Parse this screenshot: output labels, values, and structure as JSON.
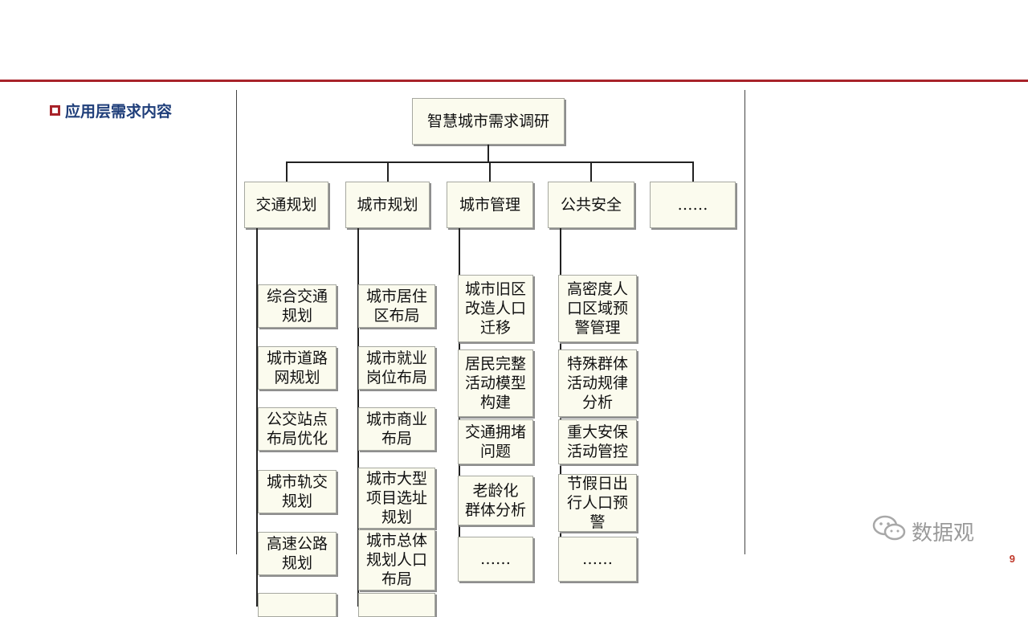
{
  "section": {
    "title": "应用层需求内容"
  },
  "root": {
    "label": "智慧城市需求调研"
  },
  "categories": [
    {
      "label": "交通规划",
      "items": [
        "综合交通\n规划",
        "城市道路\n网规划",
        "公交站点\n布局优化",
        "城市轨交\n规划",
        "高速公路\n规划",
        ""
      ]
    },
    {
      "label": "城市规划",
      "items": [
        "城市居住\n区布局",
        "城市就业\n岗位布局",
        "城市商业\n布局",
        "城市大型\n项目选址\n规划",
        "城市总体\n规划人口\n布局",
        ""
      ]
    },
    {
      "label": "城市管理",
      "items": [
        "城市旧区\n改造人口\n迁移",
        "居民完整\n活动模型\n构建",
        "交通拥堵\n问题",
        "老龄化\n群体分析",
        "……"
      ]
    },
    {
      "label": "公共安全",
      "items": [
        "高密度人\n口区域预\n警管理",
        "特殊群体\n活动规律\n分析",
        "重大安保\n活动管控",
        "节假日出\n行人口预\n警",
        "……"
      ]
    },
    {
      "label": "……",
      "items": []
    }
  ],
  "watermark": {
    "text": "数据观",
    "icon": "wechat-icon"
  },
  "page_number": "9",
  "colors": {
    "accent": "#a8232a",
    "heading": "#1f3e7a",
    "box_fill": "#fbfbee"
  }
}
